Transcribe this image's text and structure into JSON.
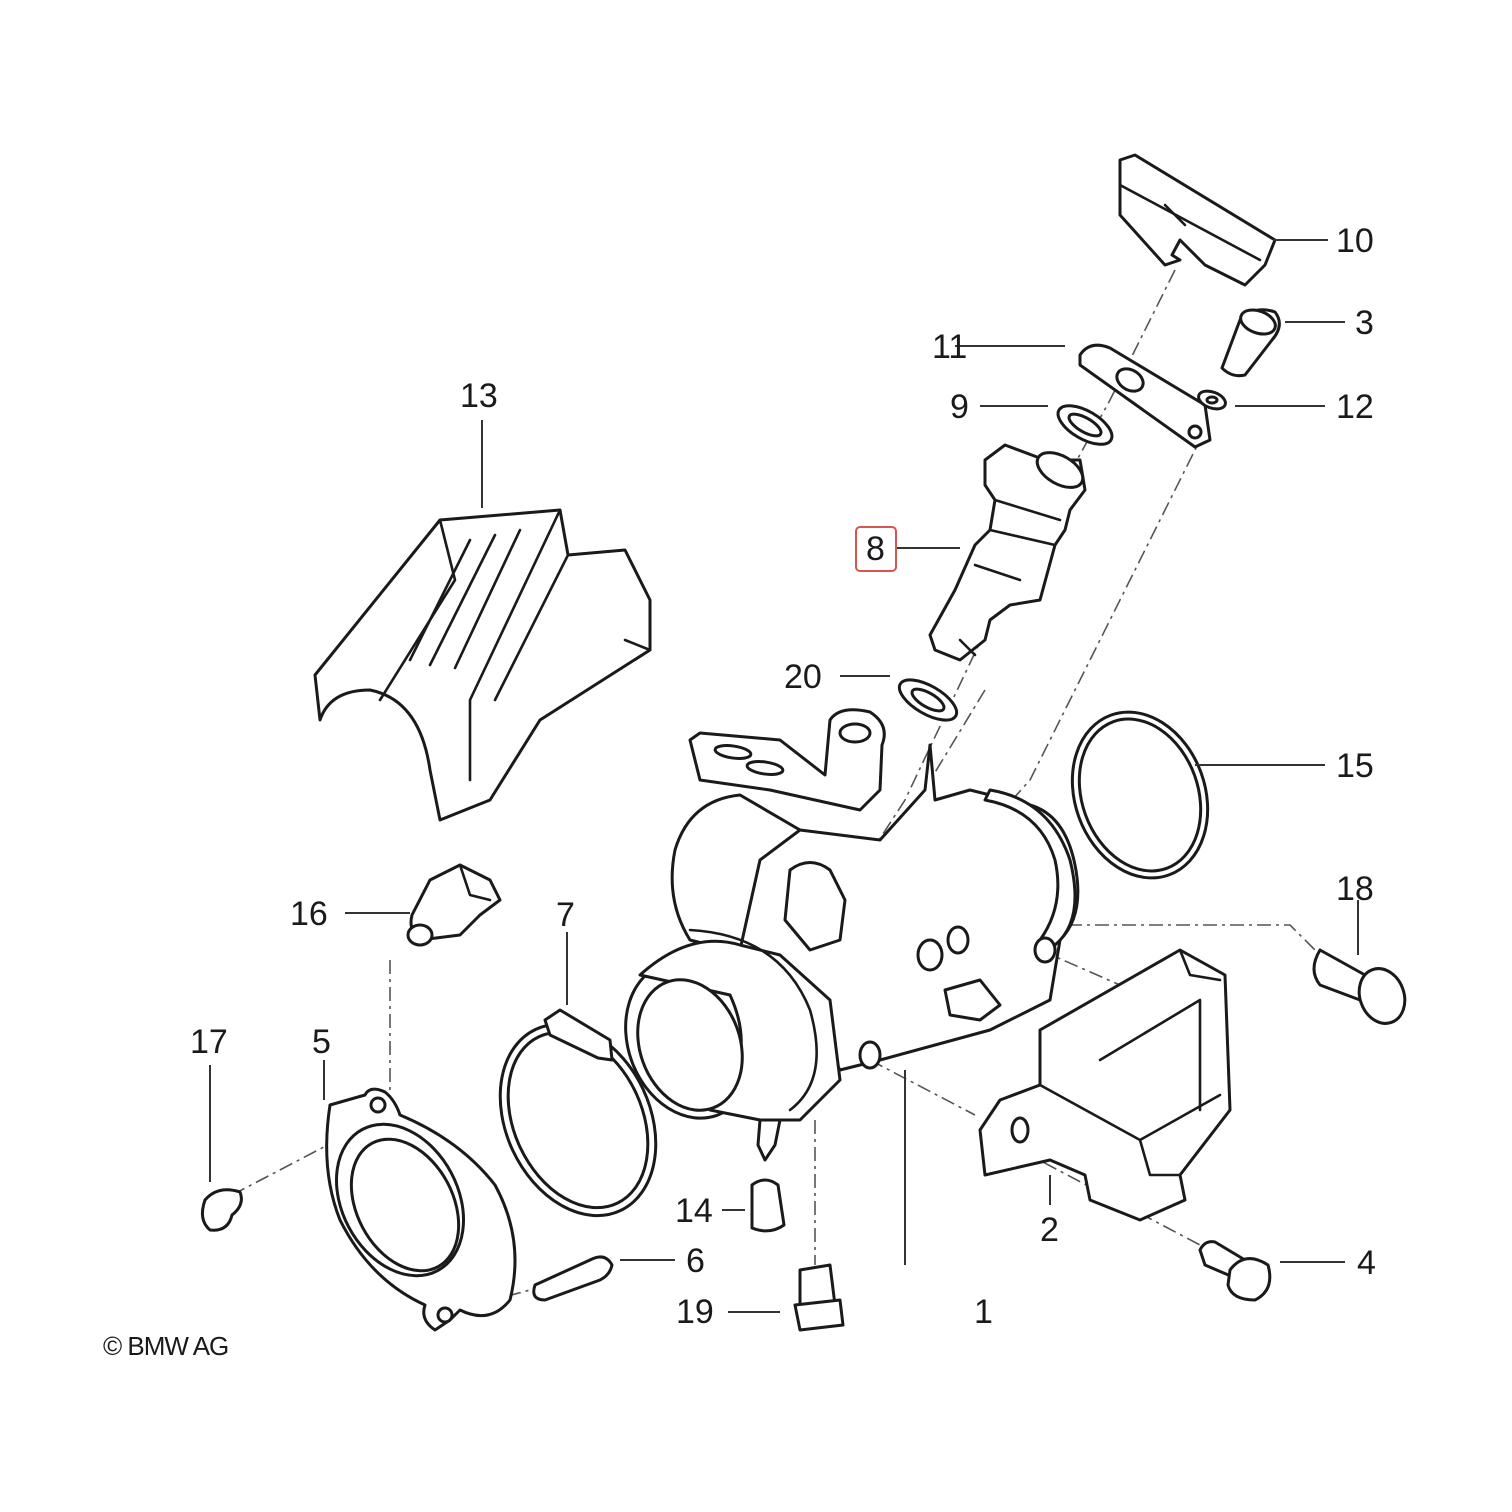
{
  "callouts": {
    "c1": "1",
    "c2": "2",
    "c3": "3",
    "c4": "4",
    "c5": "5",
    "c6": "6",
    "c7": "7",
    "c8": "8",
    "c9": "9",
    "c10": "10",
    "c11": "11",
    "c12": "12",
    "c13": "13",
    "c14": "14",
    "c15": "15",
    "c16": "16",
    "c17": "17",
    "c18": "18",
    "c19": "19",
    "c20": "20"
  },
  "highlighted_callout": "8",
  "highlight_color": "#d9534f",
  "copyright": "© BMW AG"
}
